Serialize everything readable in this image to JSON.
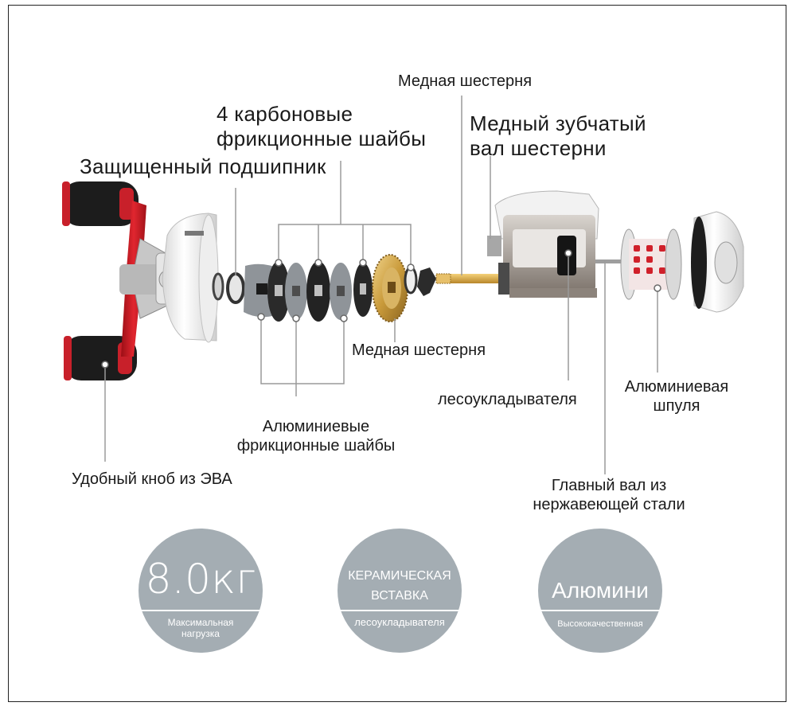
{
  "labels": {
    "copper_gear_top": "Медная шестерня",
    "copper_pinion": [
      "Медный зубчатый",
      "вал шестерни"
    ],
    "carbon_washers": [
      "4 карбоновые",
      "фрикционные шайбы"
    ],
    "shielded_bearing": "Защищенный подшипник",
    "copper_gear_mid": "Медная шестерня",
    "level_wind": "лесоукладывателя",
    "aluminum_spool": [
      "Алюминиевая",
      "шпуля"
    ],
    "aluminum_washers": [
      "Алюминиевые",
      "фрикционные шайбы"
    ],
    "eva_knob": "Удобный кноб из ЭВА",
    "main_shaft": [
      "Главный вал из",
      "нержавеющей стали"
    ]
  },
  "badges": [
    {
      "main": "8.0кг",
      "sub": [
        "Максимальная",
        "нагрузка"
      ]
    },
    {
      "main": [
        "КЕРАМИЧЕСКАЯ",
        "ВСТАВКА"
      ],
      "sub": [
        "лесоукладывателя"
      ]
    },
    {
      "main": "Алюмини",
      "sub": [
        "Высококачественная"
      ]
    }
  ],
  "colors": {
    "badge": "#a4adb3",
    "handle_red": "#d0202a",
    "copper": "#c99a3a",
    "washer_dark": "#2a2a2a",
    "washer_gray": "#8f9499",
    "frame_silver": "#b9b3ad"
  }
}
